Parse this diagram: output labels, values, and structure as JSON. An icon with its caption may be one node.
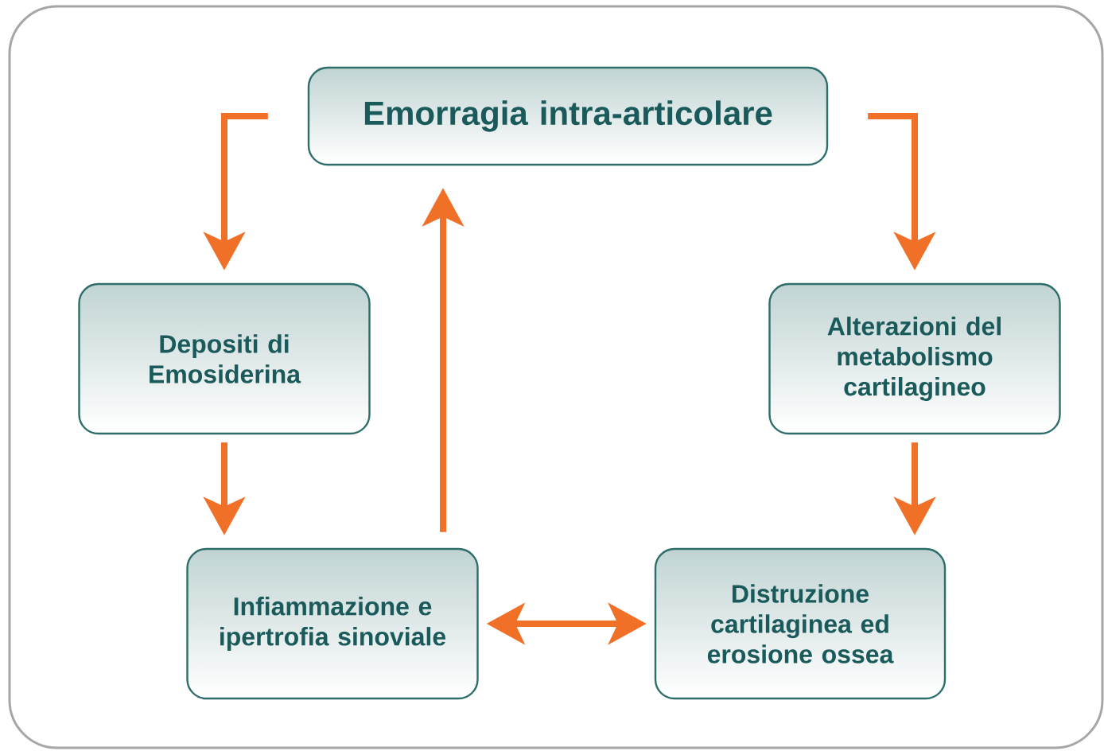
{
  "diagram": {
    "nodes": [
      {
        "text": [
          "Emorragia intra-articolare"
        ]
      },
      {
        "text": [
          "Depositi di Emosiderina"
        ]
      },
      {
        "text": [
          "Alterazioni del metabolismo cartilagineo"
        ]
      },
      {
        "text": [
          "Infiammazione e ipertrofia sinoviale"
        ]
      },
      {
        "text": [
          "Distruzione cartilaginea ed erosione ossea"
        ]
      }
    ],
    "edges": [
      {
        "from": 0,
        "to": 1,
        "arrow": "to"
      },
      {
        "from": 0,
        "to": 2,
        "arrow": "to"
      },
      {
        "from": 1,
        "to": 3,
        "arrow": "to"
      },
      {
        "from": 2,
        "to": 4,
        "arrow": "to"
      },
      {
        "from": 3,
        "to": 0,
        "arrow": "to"
      },
      {
        "from": 3,
        "to": 4,
        "arrow": "both"
      }
    ]
  }
}
